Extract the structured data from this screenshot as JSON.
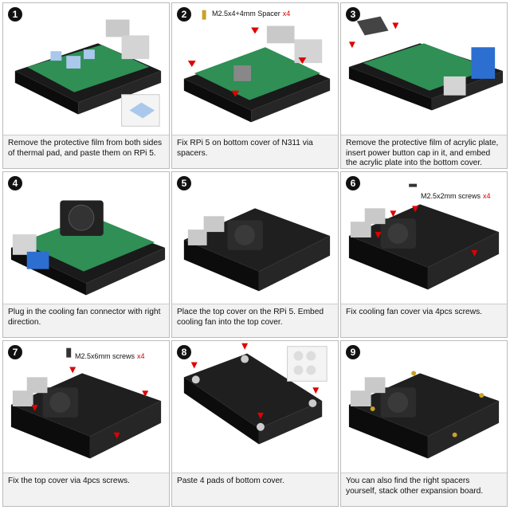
{
  "steps": [
    {
      "number": "1",
      "caption": "Remove the protective film from both sides of thermal pad, and paste them on RPi 5."
    },
    {
      "number": "2",
      "caption": "Fix RPi 5 on bottom cover of N311 via spacers.",
      "note": "M2.5x4+4mm Spacer",
      "qty": "x4"
    },
    {
      "number": "3",
      "caption": "Remove the protective film of acrylic plate, insert power button cap in it, and embed the acrylic plate into the bottom cover."
    },
    {
      "number": "4",
      "caption": "Plug in the cooling fan connector with right direction."
    },
    {
      "number": "5",
      "caption": "Place the top cover on the RPi 5. Embed cooling fan into the top cover."
    },
    {
      "number": "6",
      "caption": "Fix cooling fan cover via 4pcs screws.",
      "note": "M2.5x2mm screws",
      "qty": "x4"
    },
    {
      "number": "7",
      "caption": "Fix the top cover via 4pcs screws.",
      "note": "M2.5x6mm screws",
      "qty": "x4"
    },
    {
      "number": "8",
      "caption": "Paste 4 pads of bottom cover."
    },
    {
      "number": "9",
      "caption": "You can also find the right spacers yourself, stack other expansion board."
    }
  ],
  "colors": {
    "case": "#1a1a1a",
    "board": "#2f8f55",
    "arrow": "#e00000",
    "pad": "#a9c8ec",
    "note_qty": "#d40000"
  }
}
